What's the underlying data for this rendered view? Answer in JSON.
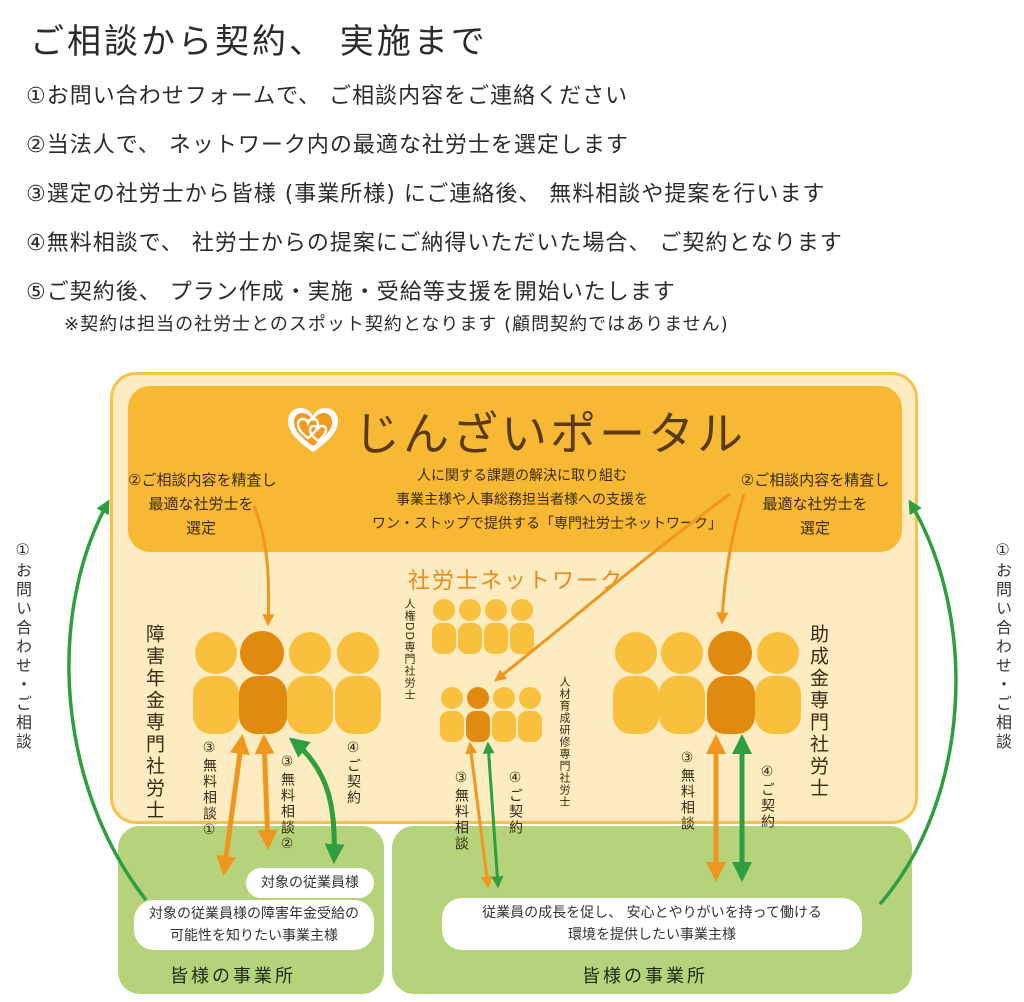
{
  "title": "ご相談から契約、 実施まで",
  "steps": [
    "①お問い合わせフォームで、 ご相談内容をご連絡ください",
    "②当法人で、 ネットワーク内の最適な社労士を選定します",
    "③選定の社労士から皆様 (事業所様) にご連絡後、 無料相談や提案を行います",
    "④無料相談で、 社労士からの提案にご納得いただいた場合、 ご契約となります",
    "⑤ご契約後、 プラン作成・実施・受給等支援を開始いたします"
  ],
  "note": "※契約は担当の社労士とのスポット契約となります (顧問契約ではありません)",
  "portal": {
    "name": "じんざいポータル",
    "desc": [
      "人に関する課題の解決に取り組む",
      "事業主様や人事総務担当者様への支援を",
      "ワン・ストップで提供する「専門社労士ネットワーク」"
    ],
    "select_note_left": [
      "②ご相談内容を精査し",
      "最適な社労士を",
      "選定"
    ],
    "select_note_right": [
      "②ご相談内容を精査し",
      "最適な社労士を",
      "選定"
    ],
    "network_title": "社労士ネットワーク"
  },
  "groups": {
    "disability": "障害年金専門社労士",
    "hr_dd": "人権DD専門社労士",
    "training": "人材育成研修専門社労士",
    "subsidy": "助成金専門社労士"
  },
  "flows": {
    "consult1": "③無料相談①",
    "consult2": "③無料相談②",
    "contract_left": "④ご契約",
    "consult_mid": "③無料相談",
    "contract_mid": "④ご契約",
    "consult_right": "③無料相談",
    "contract_right": "④ご契約"
  },
  "side_labels": {
    "left": "①お問い合わせ・ご相談",
    "right": "①お問い合わせ・ご相談"
  },
  "offices": {
    "left_bubble_small": "対象の従業員様",
    "left_bubble": [
      "対象の従業員様の障害年金受給の",
      "可能性を知りたい事業主様"
    ],
    "right_bubble": [
      "従業員の成長を促し、 安心とやりがいを持って働ける",
      "環境を提供したい事業主様"
    ],
    "left_label": "皆様の事業所",
    "right_label": "皆様の事業所"
  },
  "colors": {
    "orange": "#f0961e",
    "green": "#2e9e3e",
    "gold": "#f7b934",
    "cream": "#fdecc2",
    "leaf": "#b4d37a",
    "person": "#f9c03d",
    "person_dark": "#e08a10"
  },
  "icons": {
    "logo": "heart-icon",
    "person": "person-icon"
  }
}
